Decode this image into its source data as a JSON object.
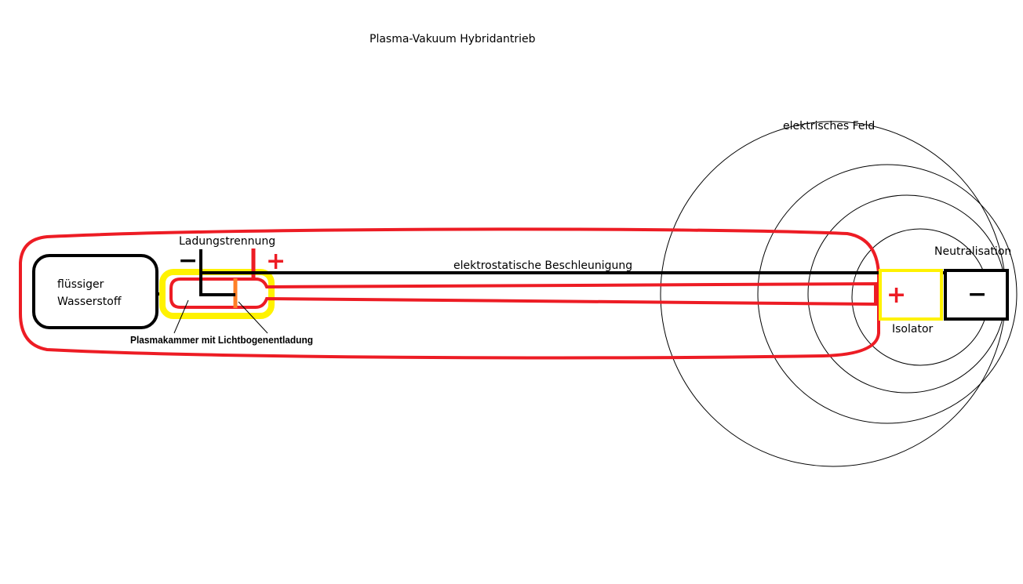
{
  "title": "Plasma-Vakuum Hybridantrieb",
  "labels": {
    "field": "elektrisches Feld",
    "charge_separation": "Ladungstrennung",
    "acceleration": "elektrostatische Beschleunigung",
    "neutralisation": "Neutralisation",
    "isolator": "Isolator",
    "tank_line1": "flüssiger",
    "tank_line2": "Wasserstoff",
    "chamber": "Plasmakammer mit Lichtbogenentladung"
  },
  "signs": {
    "minus": "−",
    "plus": "+"
  },
  "colors": {
    "red": "#ed1c24",
    "black": "#000000",
    "yellow": "#fff200",
    "orange": "#ff7f27"
  }
}
